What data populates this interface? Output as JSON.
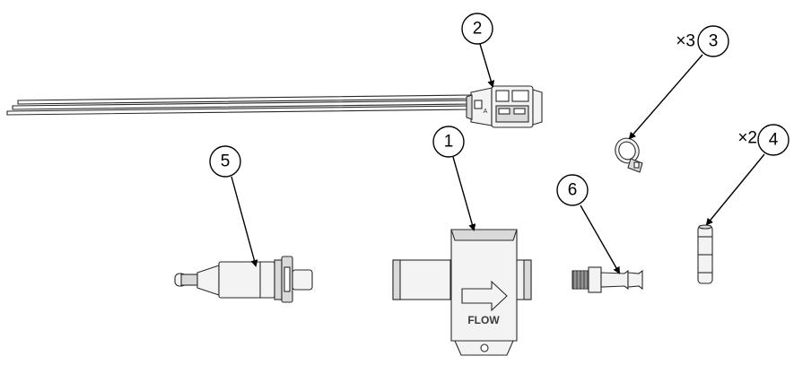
{
  "balloons": {
    "b1": "1",
    "b2": "2",
    "b3": "3",
    "b4": "4",
    "b5": "5",
    "b6": "6"
  },
  "quantities": {
    "q3": "×3",
    "q4": "×2"
  },
  "pump_label": "FLOW",
  "connector_marking": "A"
}
